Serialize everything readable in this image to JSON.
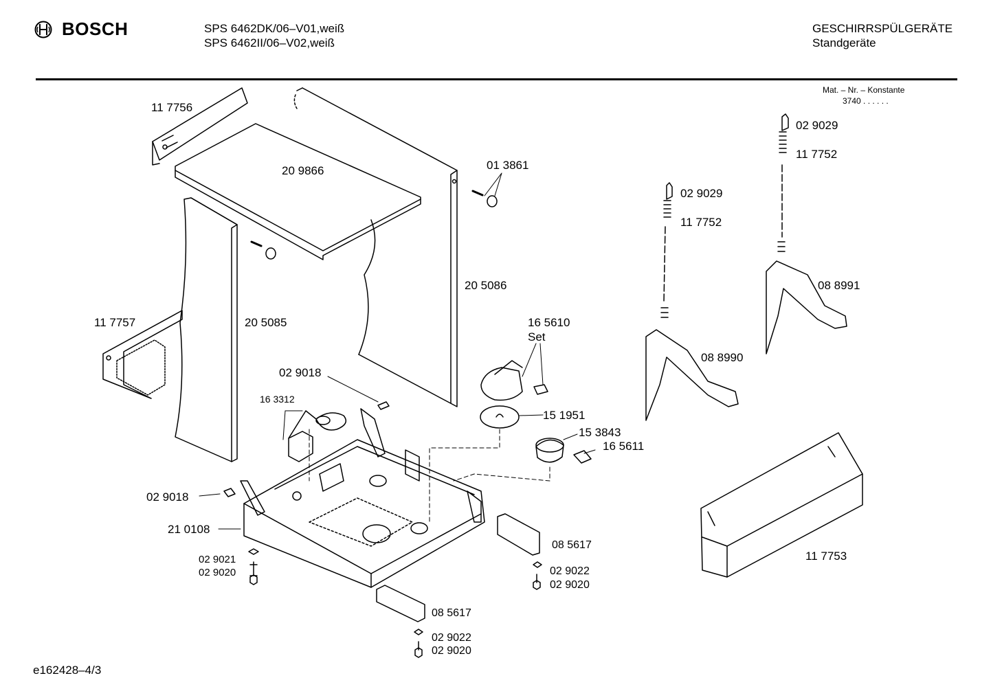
{
  "header": {
    "brand": "BOSCH",
    "models": [
      "SPS 6462DK/06–V01,weiß",
      "SPS 6462II/06–V02,weiß"
    ],
    "category": "GESCHIRRSPÜLGERÄTE",
    "subcategory": "Standgeräte"
  },
  "material_note": {
    "label": "Mat. – Nr. – Konstante",
    "value": "3740  .  .    .  .  .  ."
  },
  "footer": {
    "code": "e162428–4/3"
  },
  "colors": {
    "ink": "#000000",
    "paper": "#ffffff"
  },
  "parts": [
    {
      "id": "p1",
      "label": "11 7756"
    },
    {
      "id": "p2",
      "label": "20 9866"
    },
    {
      "id": "p3",
      "label": "01 3861"
    },
    {
      "id": "p4",
      "label": "20 5086"
    },
    {
      "id": "p5",
      "label": "11 7757"
    },
    {
      "id": "p6",
      "label": "20 5085"
    },
    {
      "id": "p7",
      "label": "02 9018"
    },
    {
      "id": "p8",
      "label": "16 3312"
    },
    {
      "id": "p9",
      "label": "02 9018"
    },
    {
      "id": "p10",
      "label": "21 0108"
    },
    {
      "id": "p11",
      "label": "02 9021"
    },
    {
      "id": "p12",
      "label": "02 9020"
    },
    {
      "id": "p13",
      "label": "16 5610"
    },
    {
      "id": "p14",
      "label": "Set"
    },
    {
      "id": "p15",
      "label": "15 1951"
    },
    {
      "id": "p16",
      "label": "15 3843"
    },
    {
      "id": "p17",
      "label": "16 5611"
    },
    {
      "id": "p18",
      "label": "08 5617"
    },
    {
      "id": "p19",
      "label": "02 9022"
    },
    {
      "id": "p20",
      "label": "02 9020"
    },
    {
      "id": "p21",
      "label": "08 5617"
    },
    {
      "id": "p22",
      "label": "02 9022"
    },
    {
      "id": "p23",
      "label": "02 9020"
    },
    {
      "id": "p24",
      "label": "02 9029"
    },
    {
      "id": "p25",
      "label": "11 7752"
    },
    {
      "id": "p26",
      "label": "08 8990"
    },
    {
      "id": "p27",
      "label": "02 9029"
    },
    {
      "id": "p28",
      "label": "11 7752"
    },
    {
      "id": "p29",
      "label": "08 8991"
    },
    {
      "id": "p30",
      "label": "11 7753"
    }
  ]
}
